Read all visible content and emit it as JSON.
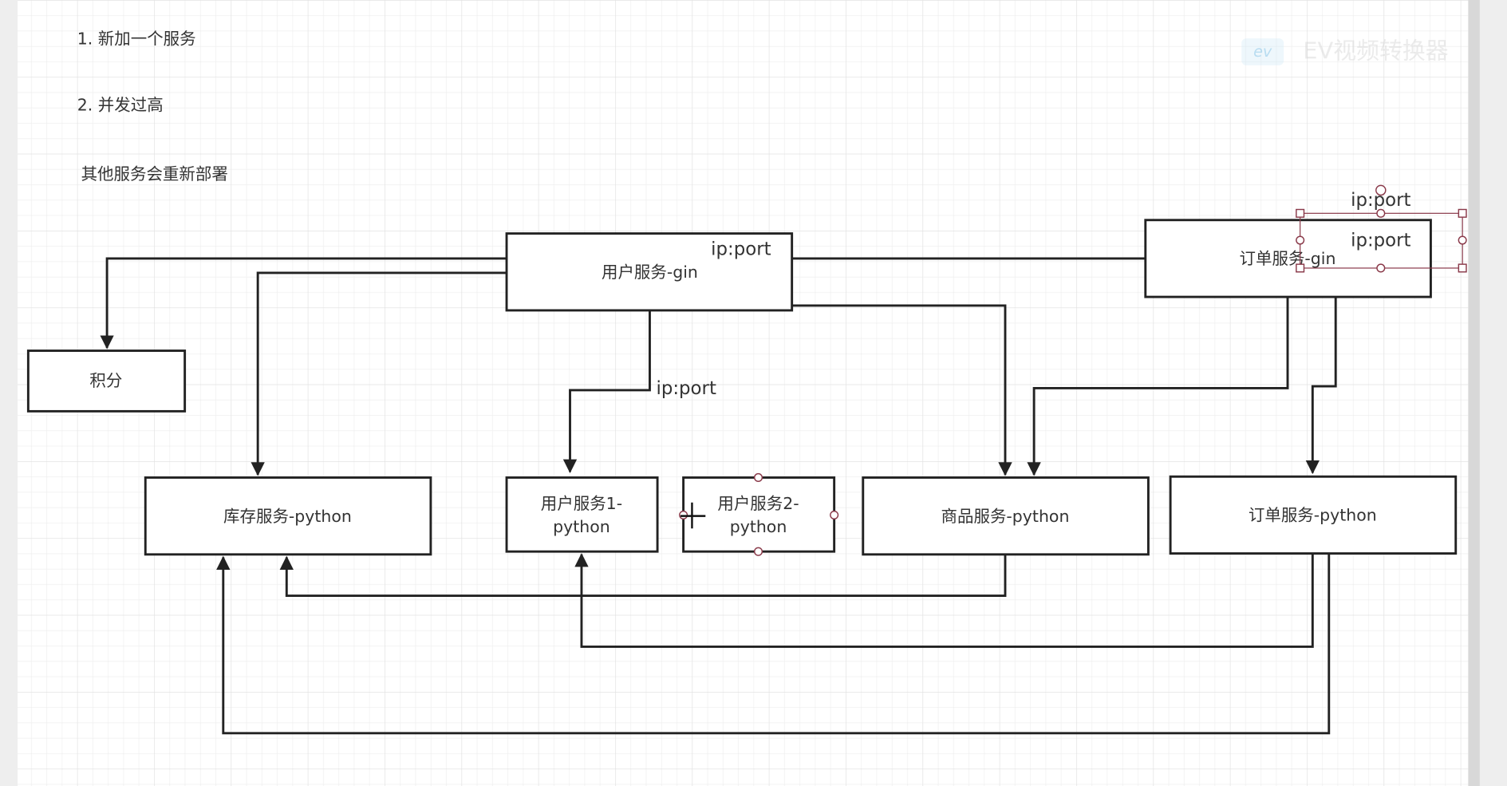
{
  "notes": [
    "1. 新加一个服务",
    "2. 并发过高",
    "其他服务会重新部署"
  ],
  "watermark": {
    "logo": "ev",
    "text": "EV视频转换器"
  },
  "nodes": {
    "points": "积分",
    "user_gin": "用户服务-gin",
    "order_gin": "订单服务-gin",
    "inventory_py": "库存服务-python",
    "user1_py_line1": "用户服务1-",
    "user1_py_line2": "python",
    "user2_py_line1": "用户服务2-",
    "user2_py_line2": "python",
    "goods_py": "商品服务-python",
    "order_py": "订单服务-python"
  },
  "edge_labels": {
    "user_gin_port": "ip:port",
    "user1_port": "ip:port",
    "order_gin_port_top": "ip:port",
    "order_gin_port_inner": "ip:port"
  },
  "colors": {
    "line": "#222222",
    "selection": "#8a3a4a",
    "grid": "#e6e6e6"
  }
}
